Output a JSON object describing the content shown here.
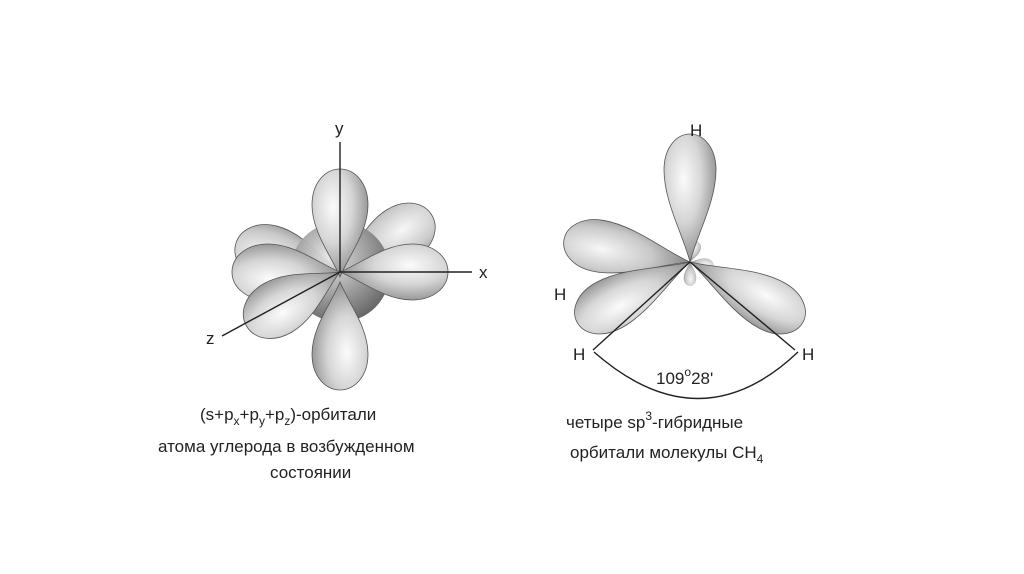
{
  "left": {
    "axes": {
      "y": "y",
      "x": "x",
      "z": "z"
    },
    "caption": {
      "open": "(s+p",
      "sub_x": "x",
      "plus1": "+p",
      "sub_y": "y",
      "plus2": "+p",
      "sub_z": "z",
      "close": ")-орбитали",
      "line2": "атома углерода в возбужденном",
      "line3": "состоянии"
    }
  },
  "right": {
    "h_labels": [
      "H",
      "H",
      "H",
      "H"
    ],
    "angle": {
      "deg": "109",
      "deg_mark": "o",
      "min": "28'"
    },
    "caption": {
      "line1_a": "четыре sp",
      "line1_sup": "3",
      "line1_b": "-гибридные",
      "line2_a": "орбитали молекулы СН",
      "line2_sub": "4"
    }
  },
  "colors": {
    "lobe_light": "#f2f2f2",
    "lobe_dark": "#8a8a8a",
    "line": "#222222"
  }
}
